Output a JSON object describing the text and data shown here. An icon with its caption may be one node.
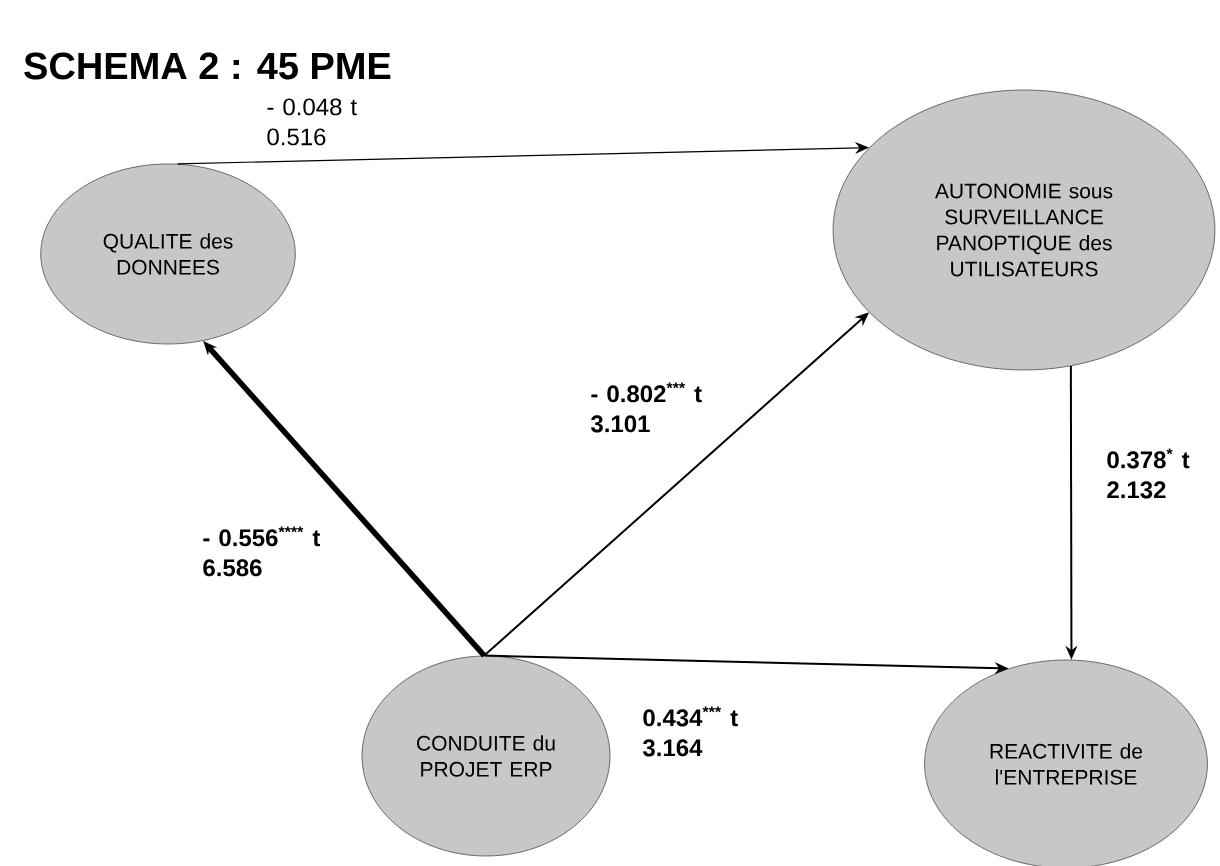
{
  "diagram": {
    "title": "SCHEMA 2 : 45 PME",
    "nodes": [
      {
        "text": [
          "QUALITE des DONNEES"
        ]
      },
      {
        "text": [
          "AUTONOMIE sous SURVEILLANCE PANOPTIQUE des UTILISATEURS"
        ]
      },
      {
        "text": [
          "CONDUITE du PROJET ERP"
        ]
      },
      {
        "text": [
          "REACTIVITE de l'ENTREPRISE"
        ]
      }
    ],
    "edges": [
      {
        "from": 0,
        "to": 1,
        "arrow": "to",
        "label": "- 0.048 t 0.516"
      },
      {
        "from": 2,
        "to": 1,
        "arrow": "to",
        "label": "- 0.802$^{***}$ t 3.101"
      },
      {
        "from": 1,
        "to": 3,
        "arrow": "to",
        "label": "0.378$^{*}$ t 2.132"
      },
      {
        "from": 2,
        "to": 0,
        "arrow": "to",
        "label": "- 0.556$^{****}$ t 6.586",
        "style": "thick"
      },
      {
        "from": 2,
        "to": 3,
        "arrow": "to",
        "label": "0.434$^{***}$ t 3.164"
      }
    ]
  }
}
